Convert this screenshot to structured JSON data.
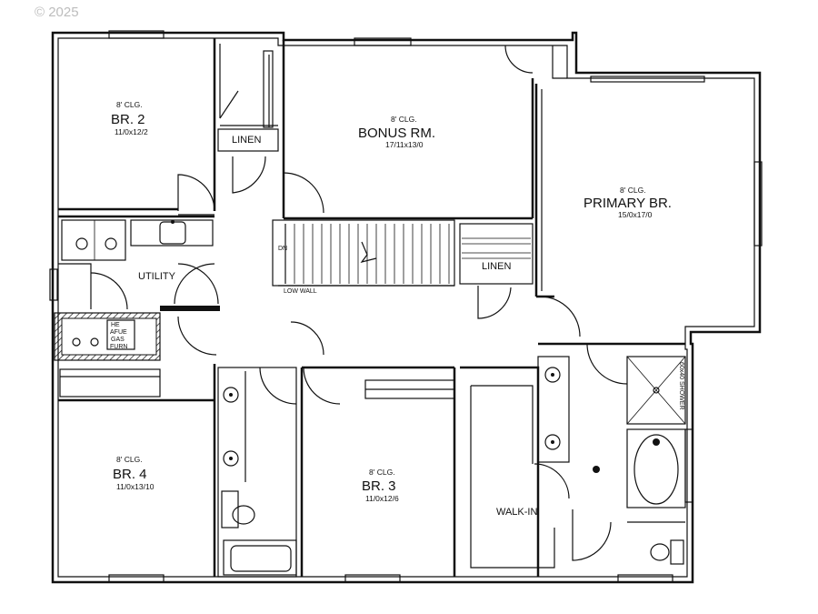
{
  "copyright": "© 2025",
  "rooms": {
    "br2": {
      "ceiling": "8' CLG.",
      "name": "BR. 2",
      "dims": "11/0x12/2"
    },
    "bonus": {
      "ceiling": "8' CLG.",
      "name": "BONUS RM.",
      "dims": "17/11x13/0"
    },
    "primary": {
      "ceiling": "8' CLG.",
      "name": "PRIMARY BR.",
      "dims": "15/0x17/0"
    },
    "br4": {
      "ceiling": "8' CLG.",
      "name": "BR. 4",
      "dims": "11/0x13/10"
    },
    "br3": {
      "ceiling": "8' CLG.",
      "name": "BR. 3",
      "dims": "11/0x12/6"
    }
  },
  "labels": {
    "linen_1": "LINEN",
    "linen_2": "LINEN",
    "utility": "UTILITY",
    "walk_in": "WALK-IN",
    "low_wall": "LOW WALL",
    "stair_dn": "DN",
    "furnace_1": "HE",
    "furnace_2": "AFUE",
    "furnace_3": "GAS",
    "furnace_4": "FURN",
    "shower": "60x40 SHOWER"
  }
}
